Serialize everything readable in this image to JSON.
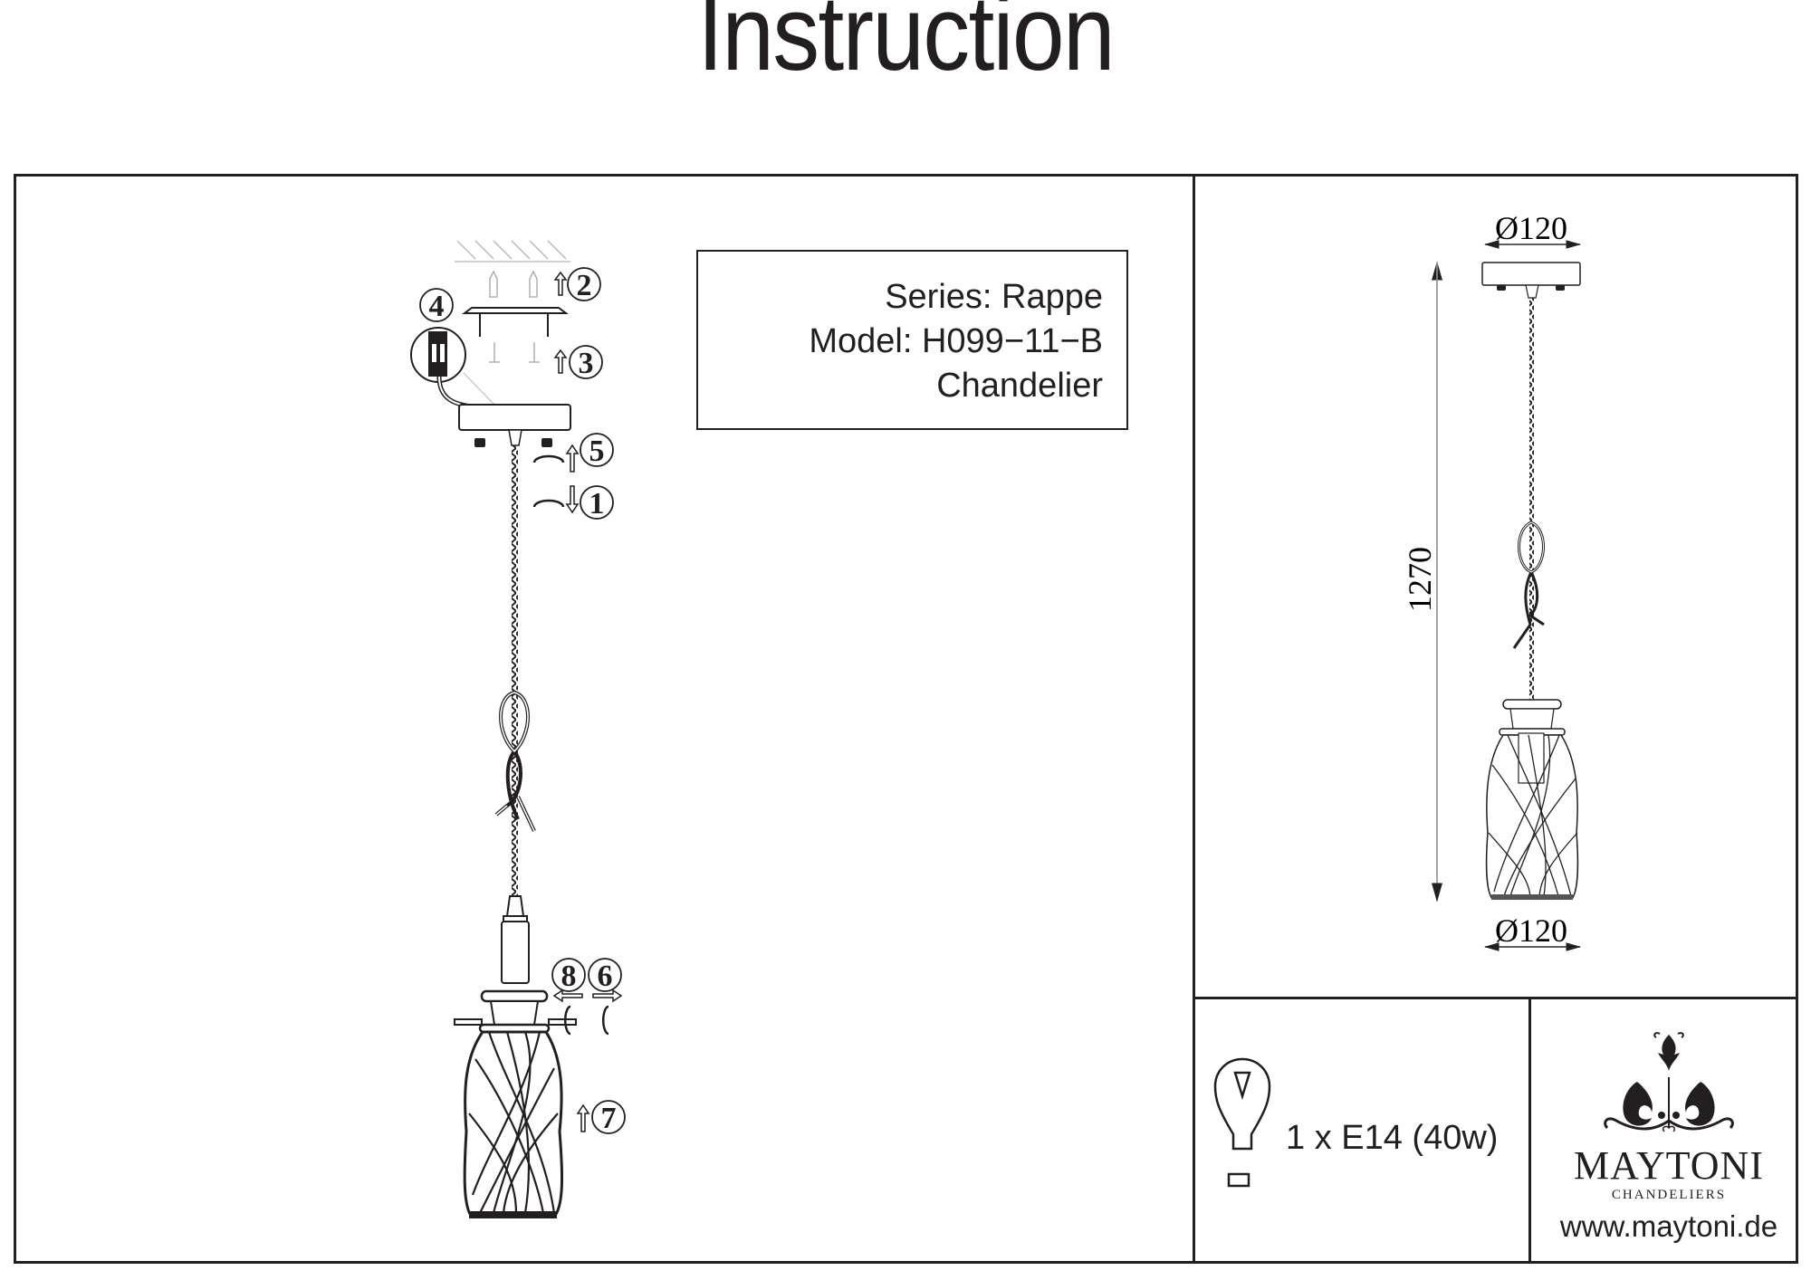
{
  "document": {
    "title": "Instruction"
  },
  "product_info": {
    "series": "Series: Rappe",
    "model": "Model: H099−11−B",
    "type": "Chandelier"
  },
  "installation_steps": [
    {
      "number": "1",
      "glyph": "①",
      "action": "unscrew-downward"
    },
    {
      "number": "2",
      "glyph": "②",
      "action": "insert-wall-plugs-up"
    },
    {
      "number": "3",
      "glyph": "③",
      "action": "screw-mounting-plate-up"
    },
    {
      "number": "4",
      "glyph": "④",
      "action": "connect-terminal-block"
    },
    {
      "number": "5",
      "glyph": "⑤",
      "action": "screw-canopy-upward"
    },
    {
      "number": "6",
      "glyph": "⑥",
      "action": "unscrew-shade-ring"
    },
    {
      "number": "7",
      "glyph": "⑦",
      "action": "fit-shade-up"
    },
    {
      "number": "8",
      "glyph": "⑧",
      "action": "tighten-shade-ring"
    }
  ],
  "dimensions": {
    "canopy_diameter": "Ø120",
    "shade_diameter": "Ø120",
    "height": "1270"
  },
  "bulb": {
    "icon": "light-bulb-icon",
    "spec": "1 x E14 (40w)"
  },
  "brand": {
    "name": "MAYTONI",
    "subtitle": "CHANDELIERS",
    "url": "www.maytoni.de",
    "logo_icon": "ornament-logo-icon"
  },
  "colors": {
    "ink": "#231f20",
    "faint": "#9a9a9a",
    "background": "#ffffff"
  }
}
